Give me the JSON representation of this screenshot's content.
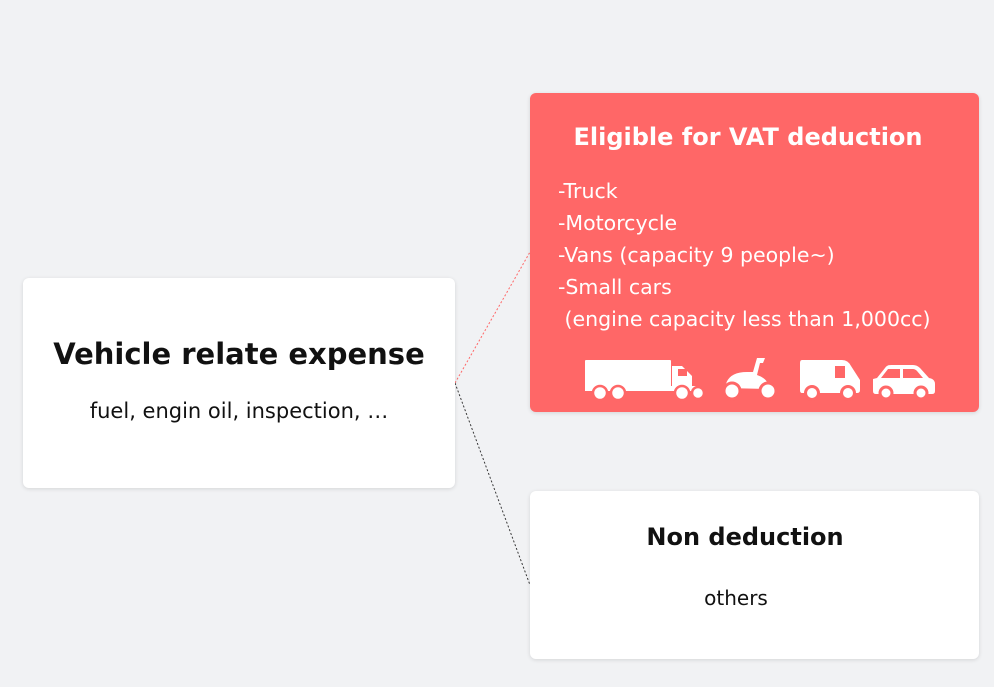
{
  "source": {
    "title": "Vehicle relate expense",
    "subtitle": "fuel, engin oil, inspection, …"
  },
  "eligible": {
    "title": "Eligible for VAT deduction",
    "items": [
      "-Truck",
      "-Motorcycle",
      "-Vans (capacity 9 people~)",
      "-Small cars",
      " (engine capacity less than 1,000cc)"
    ],
    "icons": [
      "truck-icon",
      "scooter-icon",
      "van-icon",
      "car-icon"
    ],
    "color": "#ff6767"
  },
  "non_deduction": {
    "title": "Non deduction",
    "subtitle": "others"
  },
  "connectors": {
    "to_eligible_color": "#ff6767",
    "to_non_deduction_color": "#333333"
  }
}
